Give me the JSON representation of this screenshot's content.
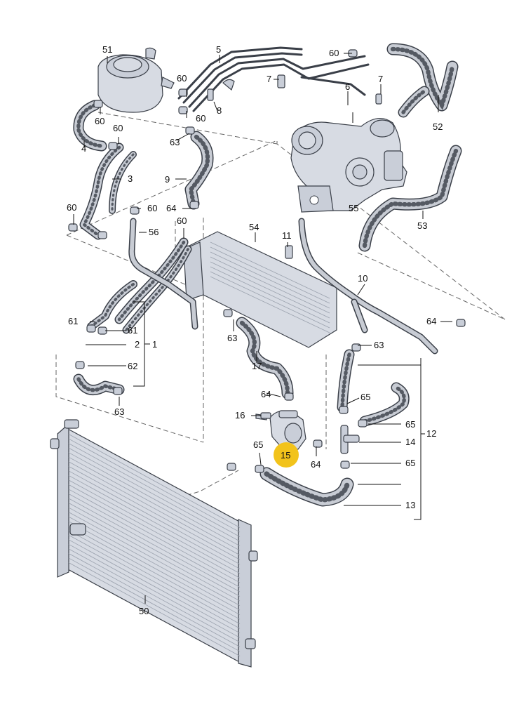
{
  "diagram": {
    "highlight_color": "#f2c31b",
    "highlighted_part": "15",
    "labels": {
      "p1": "1",
      "p2": "2",
      "p3": "3",
      "p4": "4",
      "p5": "5",
      "p6": "6",
      "p7a": "7",
      "p7b": "7",
      "p8": "8",
      "p9": "9",
      "p10": "10",
      "p11": "11",
      "p12": "12",
      "p13": "13",
      "p14": "14",
      "p15": "15",
      "p16": "16",
      "p17": "17",
      "p50": "50",
      "p51": "51",
      "p52": "52",
      "p53": "53",
      "p54": "54",
      "p55": "55",
      "p56": "56",
      "p60a": "60",
      "p60b": "60",
      "p60c": "60",
      "p60d": "60",
      "p60e": "60",
      "p60f": "60",
      "p60g": "60",
      "p60h": "60",
      "p61a": "61",
      "p61b": "61",
      "p62": "62",
      "p63a": "63",
      "p63b": "63",
      "p63c": "63",
      "p63d": "63",
      "p64a": "64",
      "p64b": "64",
      "p64c": "64",
      "p64d": "64",
      "p65a": "65",
      "p65b": "65",
      "p65c": "65",
      "p65d": "65"
    }
  }
}
